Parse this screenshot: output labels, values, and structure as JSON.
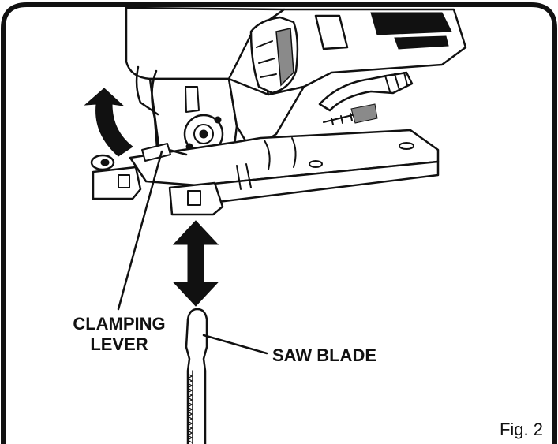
{
  "labels": {
    "clamping_lever_line1": "CLAMPING",
    "clamping_lever_line2": "LEVER",
    "saw_blade": "SAW BLADE",
    "figure_number": "Fig. 2"
  },
  "colors": {
    "ink": "#111111",
    "background": "#ffffff",
    "shade": "#8a8a8a"
  }
}
